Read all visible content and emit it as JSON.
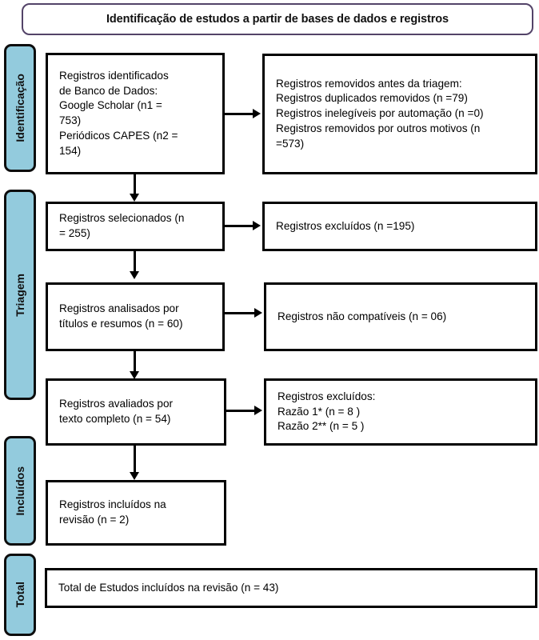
{
  "header": {
    "title": "Identificação de estudos a partir de bases de dados e registros",
    "border_color": "#534368"
  },
  "theme": {
    "stage_fill": "#93cbdd",
    "box_border": "#000000",
    "background": "#ffffff"
  },
  "stages": [
    {
      "label": "Identificação"
    },
    {
      "label": "Triagem"
    },
    {
      "label": "Incluídos"
    },
    {
      "label": "Total"
    }
  ],
  "boxes": {
    "identified": "Registros identificados\nde Banco de Dados:\nGoogle Scholar (n1 =\n753)\nPeriódicos CAPES (n2 =\n154)",
    "removed_before": "Registros removidos antes da triagem:\nRegistros duplicados removidos (n =79)\nRegistros inelegíveis por automação (n =0)\nRegistros removidos por outros motivos (n\n=573)",
    "screened": "Registros selecionados (n\n= 255)",
    "excluded_screened": "Registros excluídos (n =195)",
    "title_abstract": "Registros analisados por\ntítulos e resumos (n = 60)",
    "not_compatible": "Registros não compatíveis (n = 06)",
    "full_text": "Registros avaliados por\ntexto completo (n = 54)",
    "excluded_reasons": "Registros excluídos:\nRazão 1* (n = 8 )\nRazão 2** (n = 5 )",
    "included": "Registros incluídos na\nrevisão (n = 2)",
    "total": "Total de Estudos incluídos na revisão (n = 43)"
  }
}
